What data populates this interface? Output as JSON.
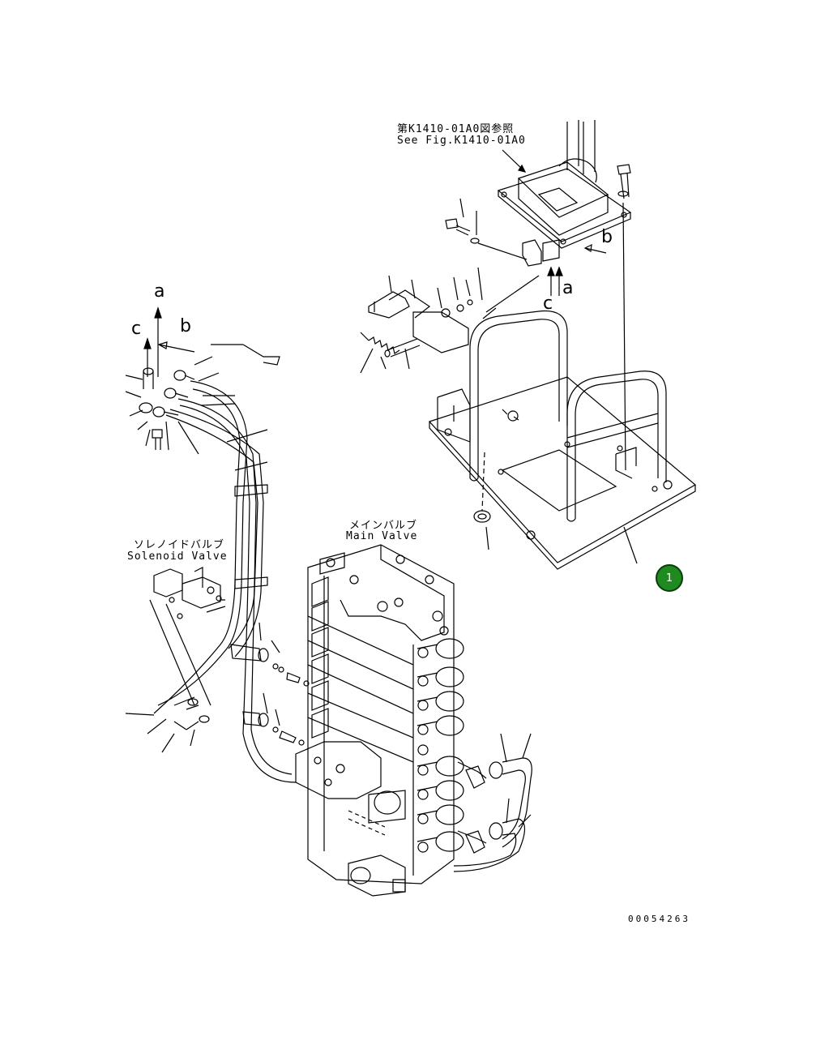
{
  "references": {
    "see_fig_jp": "第K1410-01A0図参照",
    "see_fig_en": "See Fig.K1410-01A0"
  },
  "labels": {
    "main_valve_jp": "メインバルブ",
    "main_valve_en": "Main Valve",
    "solenoid_valve_jp": "ソレノイドバルブ",
    "solenoid_valve_en": "Solenoid Valve"
  },
  "view_arrows": {
    "a": "a",
    "b": "b",
    "c": "c"
  },
  "callout": {
    "number": "1",
    "color": "#1f8a1f"
  },
  "figure_number": "00054263"
}
